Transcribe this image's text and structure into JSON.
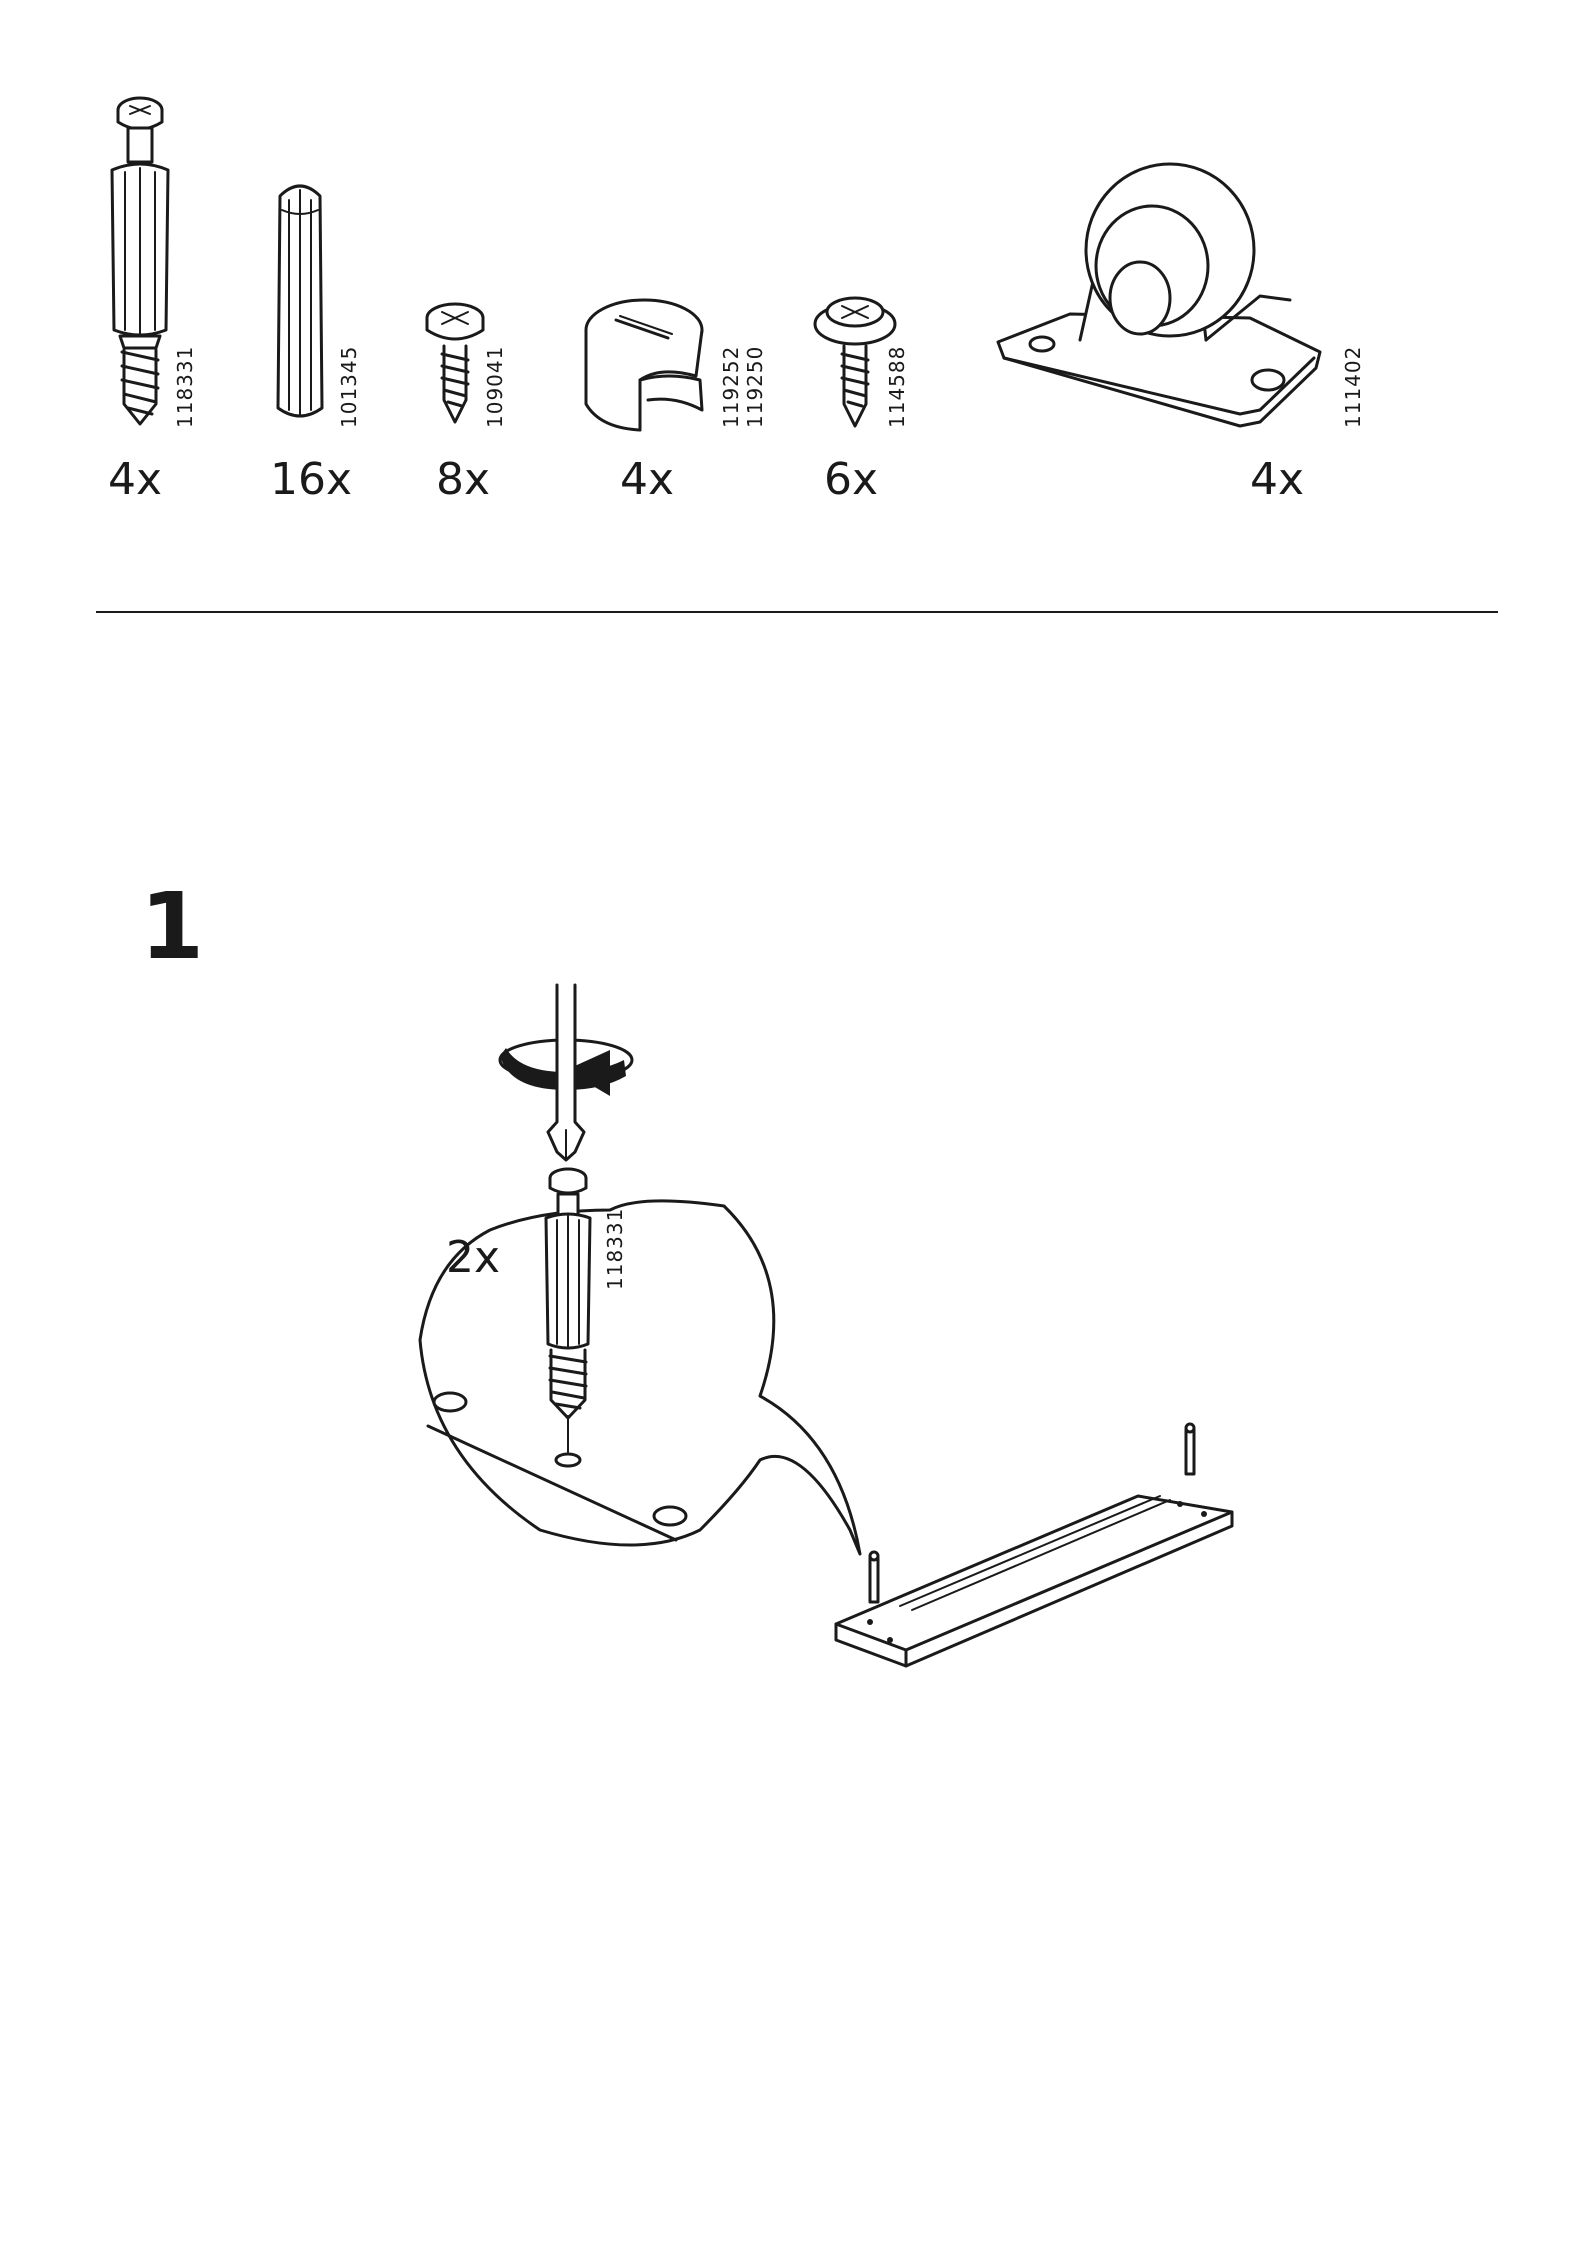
{
  "parts": [
    {
      "code": "118331",
      "qty": "4x",
      "icon": "cam-bolt-icon"
    },
    {
      "code": "101345",
      "qty": "16x",
      "icon": "wooden-dowel-icon"
    },
    {
      "code": "109041",
      "qty": "8x",
      "icon": "screw-icon"
    },
    {
      "code": "119252",
      "code2": "119250",
      "qty": "4x",
      "icon": "cam-lock-icon"
    },
    {
      "code": "114588",
      "qty": "6x",
      "icon": "washer-screw-icon"
    },
    {
      "code": "111402",
      "qty": "4x",
      "icon": "caster-wheel-icon"
    }
  ],
  "step": {
    "number": "1",
    "callout_qty": "2x",
    "callout_code": "118331"
  }
}
